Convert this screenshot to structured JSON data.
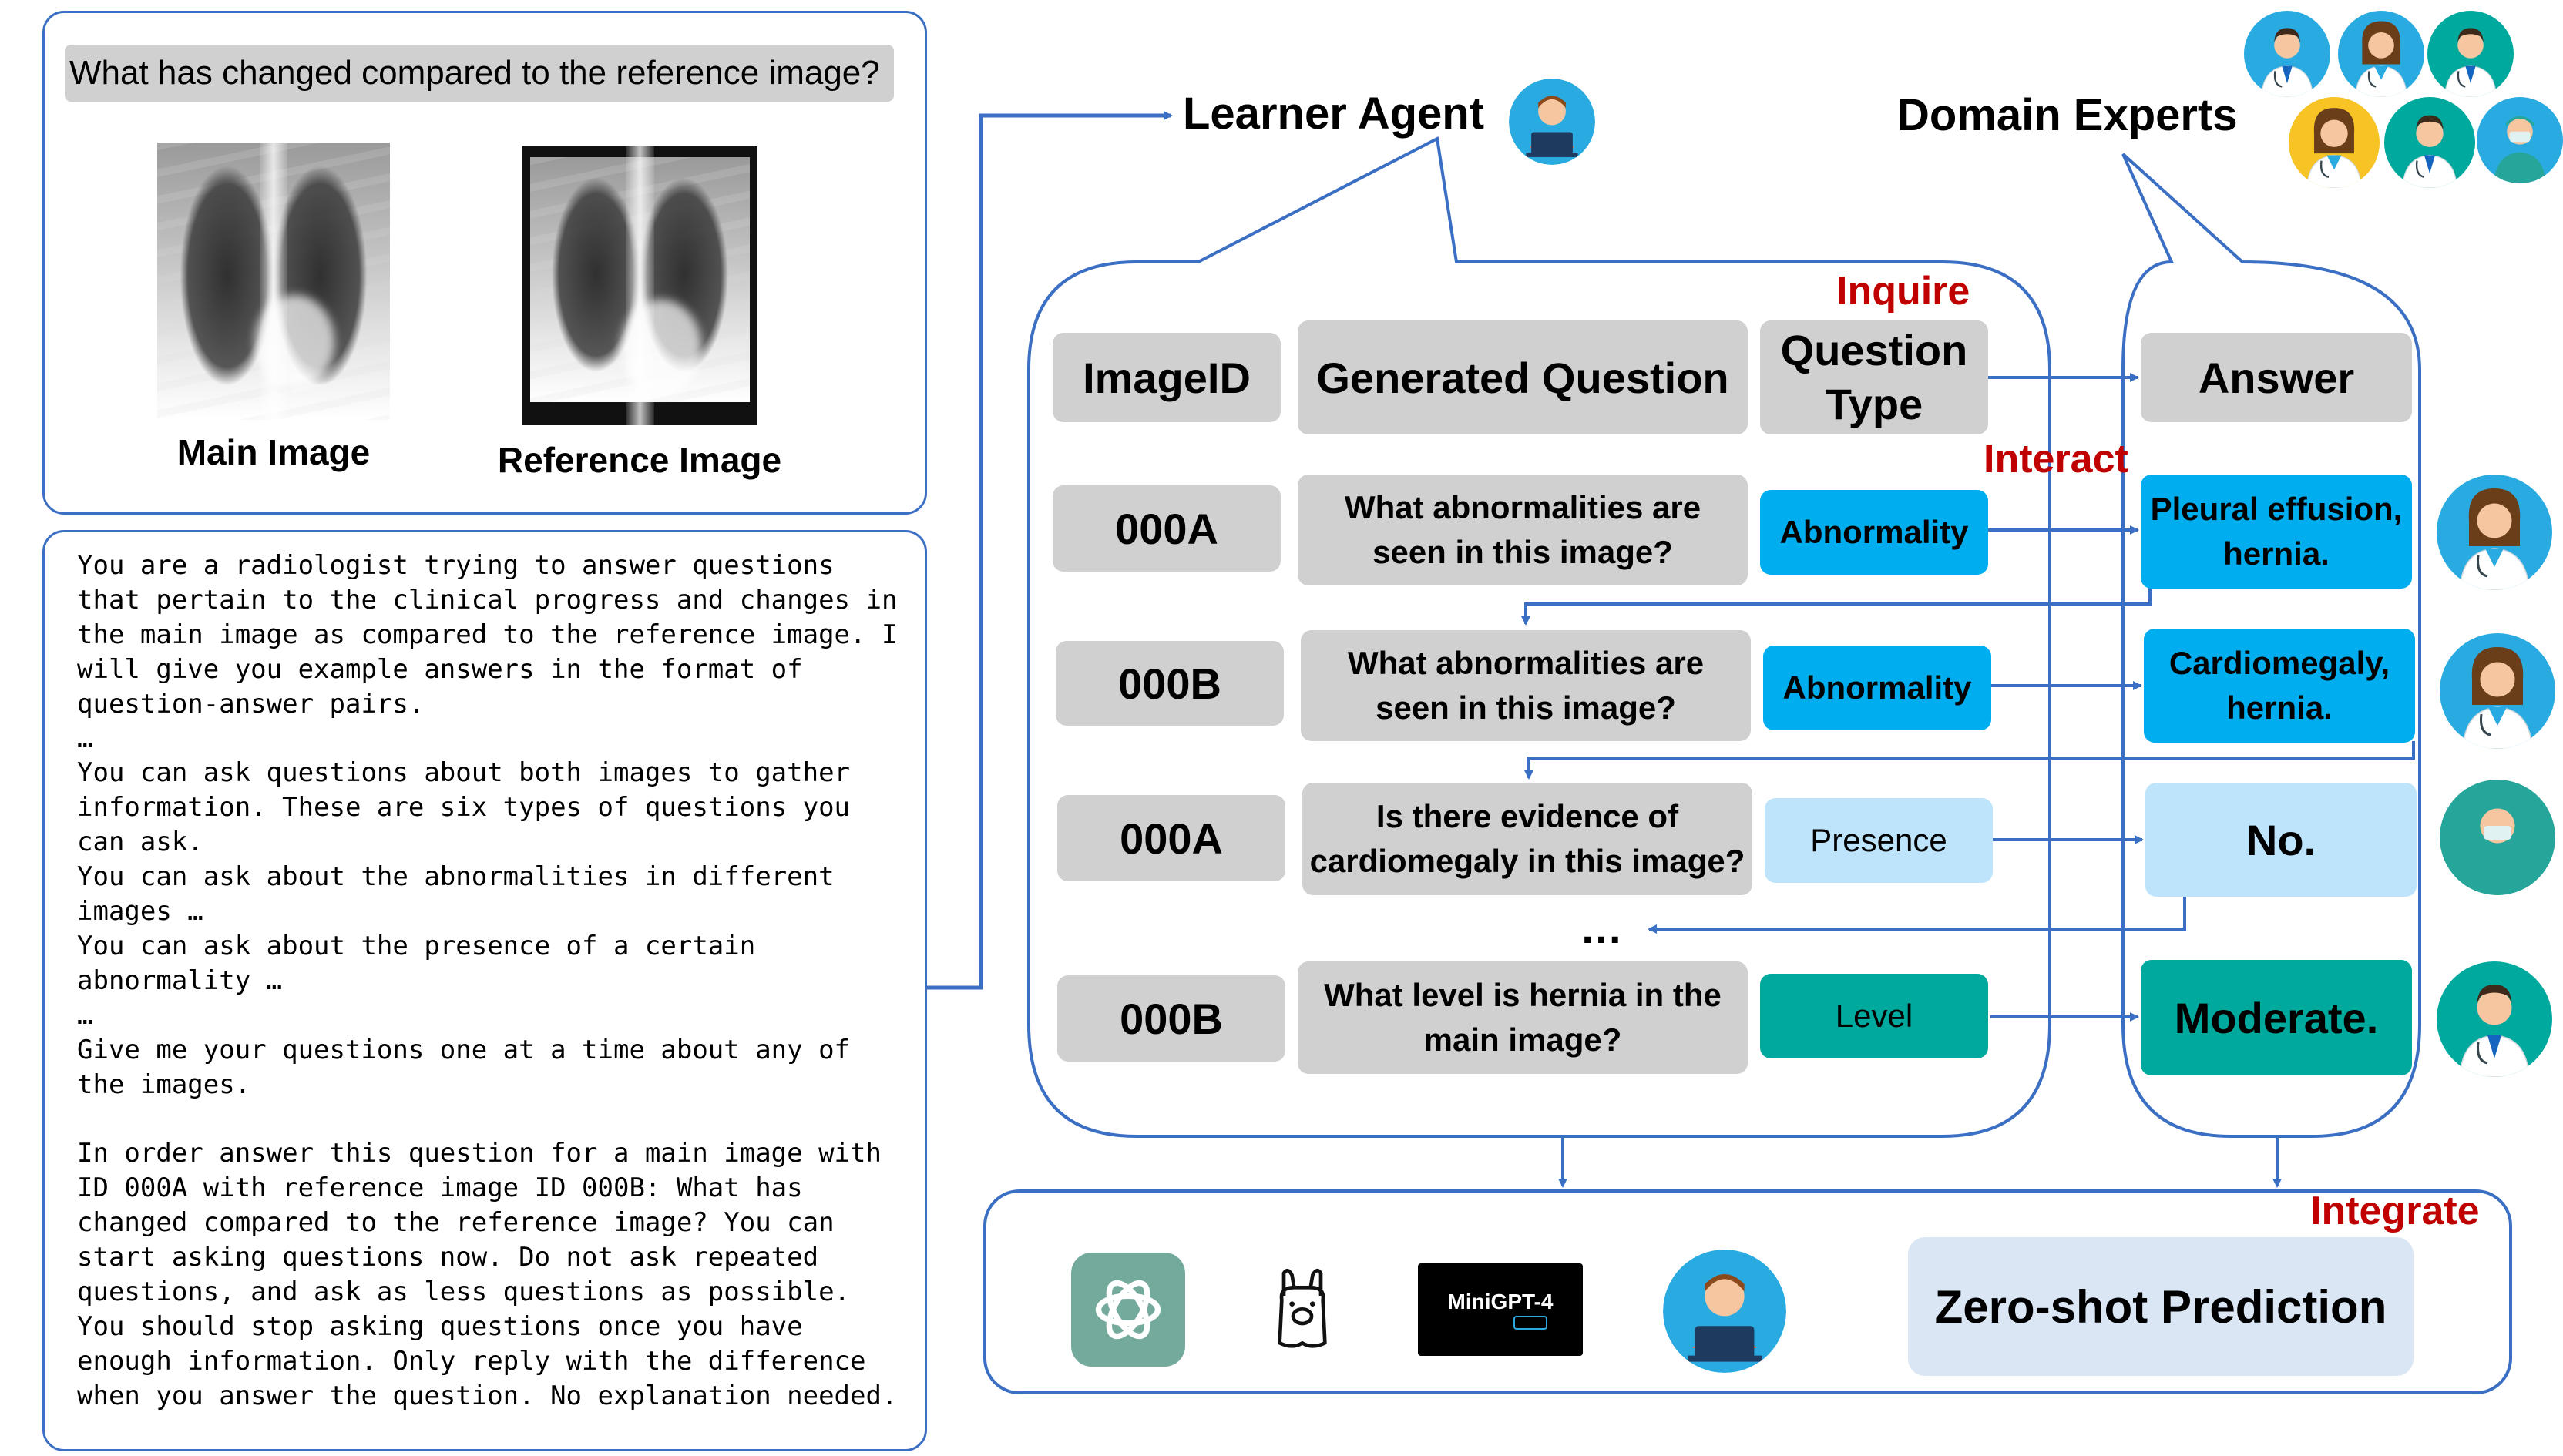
{
  "top_panel": {
    "question": "What has changed compared to the reference image?",
    "main_image_label": "Main Image",
    "reference_image_label": "Reference Image"
  },
  "prompt_lines": [
    "You are a radiologist trying to answer questions",
    "that pertain to the clinical progress and changes in",
    "the main image as compared to the reference image. I",
    "will give you example answers in the format of",
    "question-answer pairs.",
    "…",
    "You can ask questions about both images to gather",
    "information. These are six types of questions you",
    "can ask.",
    "You can ask about the abnormalities in different",
    "images …",
    "You can ask about the presence of a certain",
    "abnormality …",
    "…",
    "Give me your questions one at a time about any of",
    "the images.",
    "",
    "In order answer this question for a main image with",
    "ID 000A with reference image ID 000B: What has",
    "changed compared to the reference image? You can",
    "start asking questions now. Do not ask repeated",
    "questions, and ask as less questions as possible.",
    "You should stop asking questions once you have",
    "enough information. Only reply with the difference",
    "when you answer the question. No explanation needed."
  ],
  "learner_agent_label": "Learner Agent",
  "domain_experts_label": "Domain Experts",
  "stage_labels": {
    "inquire": "Inquire",
    "interact": "Interact",
    "integrate": "Integrate"
  },
  "table": {
    "headers": {
      "image_id": "ImageID",
      "question": "Generated Question",
      "type_line1": "Question",
      "type_line2": "Type",
      "answer": "Answer"
    },
    "rows": [
      {
        "id": "000A",
        "q1": "What abnormalities are",
        "q2": "seen in this image?",
        "type": "Abnormality",
        "a1": "Pleural effusion,",
        "a2": "hernia.",
        "type_color": "#00aeef"
      },
      {
        "id": "000B",
        "q1": "What abnormalities are",
        "q2": "seen in this image?",
        "type": "Abnormality",
        "a1": "Cardiomegaly,",
        "a2": "hernia.",
        "type_color": "#00aeef"
      },
      {
        "id": "000A",
        "q1": "Is there evidence of",
        "q2": "cardiomegaly in this image?",
        "type": "Presence",
        "a1": "No.",
        "a2": "",
        "type_color": "#bde4fb"
      },
      {
        "id": "000B",
        "q1": "What level is hernia in the",
        "q2": "main image?",
        "type": "Level",
        "a1": "Moderate.",
        "a2": "",
        "type_color": "#00a99d"
      }
    ],
    "ellipsis": "…"
  },
  "bottom": {
    "minigpt_label": "MiniGPT-4",
    "prediction": "Zero-shot Prediction"
  },
  "colors": {
    "panel_border": "#3b6fc4",
    "stage_red": "#c00000",
    "abnormality_blue": "#00aeef",
    "presence_lightblue": "#bde4fb",
    "level_teal": "#00a99d",
    "cell_gray": "#d0d0d0",
    "prediction_bg": "#dbe6f5"
  },
  "icons": [
    "learner-agent-avatar-icon",
    "doctor-avatar-icon",
    "openai-logo-icon",
    "llama-logo-icon",
    "minigpt4-logo-icon"
  ]
}
